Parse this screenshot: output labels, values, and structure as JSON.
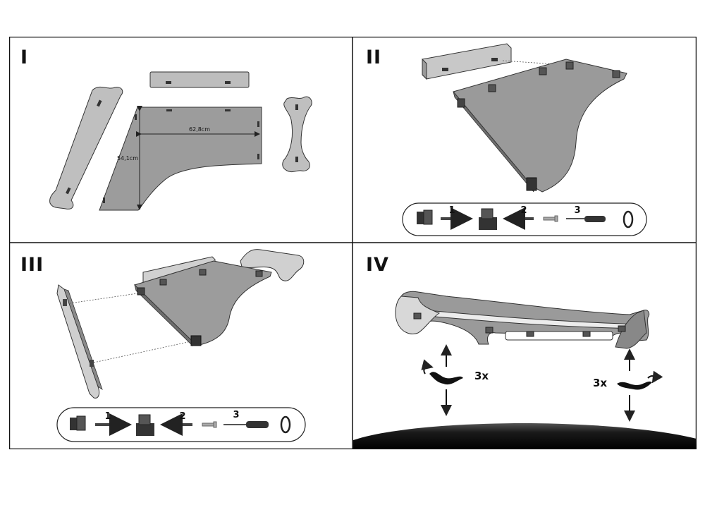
{
  "panels": [
    {
      "label": "I",
      "dim_width": "62,8cm",
      "dim_height": "54,1cm"
    },
    {
      "label": "II",
      "steps": [
        "1",
        "2",
        "3"
      ]
    },
    {
      "label": "III",
      "steps": [
        "1",
        "2",
        "3"
      ]
    },
    {
      "label": "IV",
      "turns_left": "3x",
      "turns_right": "3x"
    }
  ],
  "colors": {
    "shelf_fill": "#9c9c9c",
    "shelf_light": "#c8c8c8",
    "shelf_dark": "#6e6e6e",
    "line": "#222222",
    "car_roof": "#1a1a1a"
  }
}
